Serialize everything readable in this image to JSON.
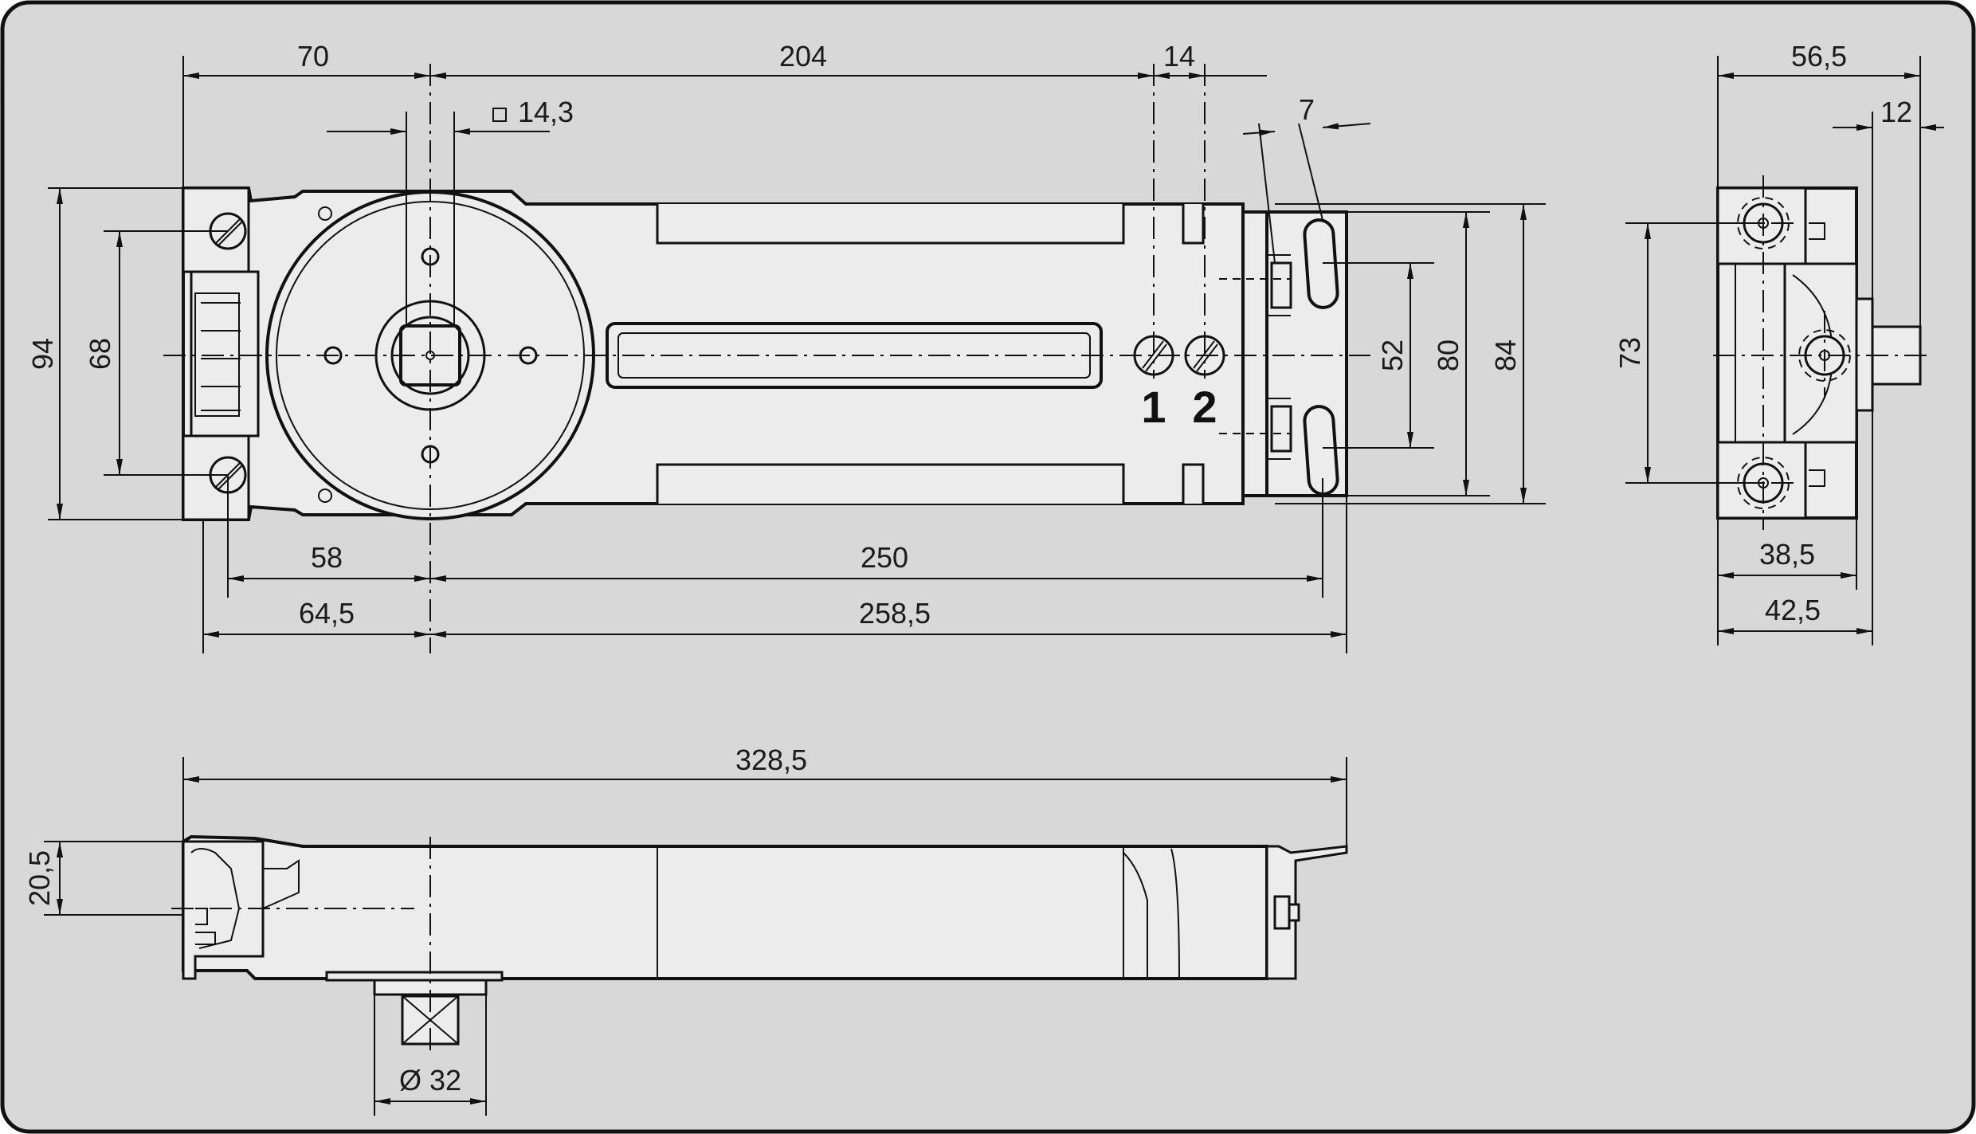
{
  "colors": {
    "background": "#d8d8d8",
    "frame": "#111111",
    "line": "#111111",
    "part_fill": "#ececec"
  },
  "top_view": {
    "dims": {
      "d70": "70",
      "d204": "204",
      "d14": "14",
      "d14_3": "14,3",
      "d7": "7",
      "d94": "94",
      "d68": "68",
      "d52": "52",
      "d80": "80",
      "d84": "84",
      "d58": "58",
      "d250": "250",
      "d64_5": "64,5",
      "d258_5": "258,5"
    },
    "callouts": {
      "c1": "1",
      "c2": "2"
    }
  },
  "side_view": {
    "dims": {
      "d56_5": "56,5",
      "d12": "12",
      "d73": "73",
      "d38_5": "38,5",
      "d42_5": "42,5"
    }
  },
  "front_view": {
    "dims": {
      "d328_5": "328,5",
      "d20_5": "20,5",
      "d32": "Ø 32"
    }
  }
}
